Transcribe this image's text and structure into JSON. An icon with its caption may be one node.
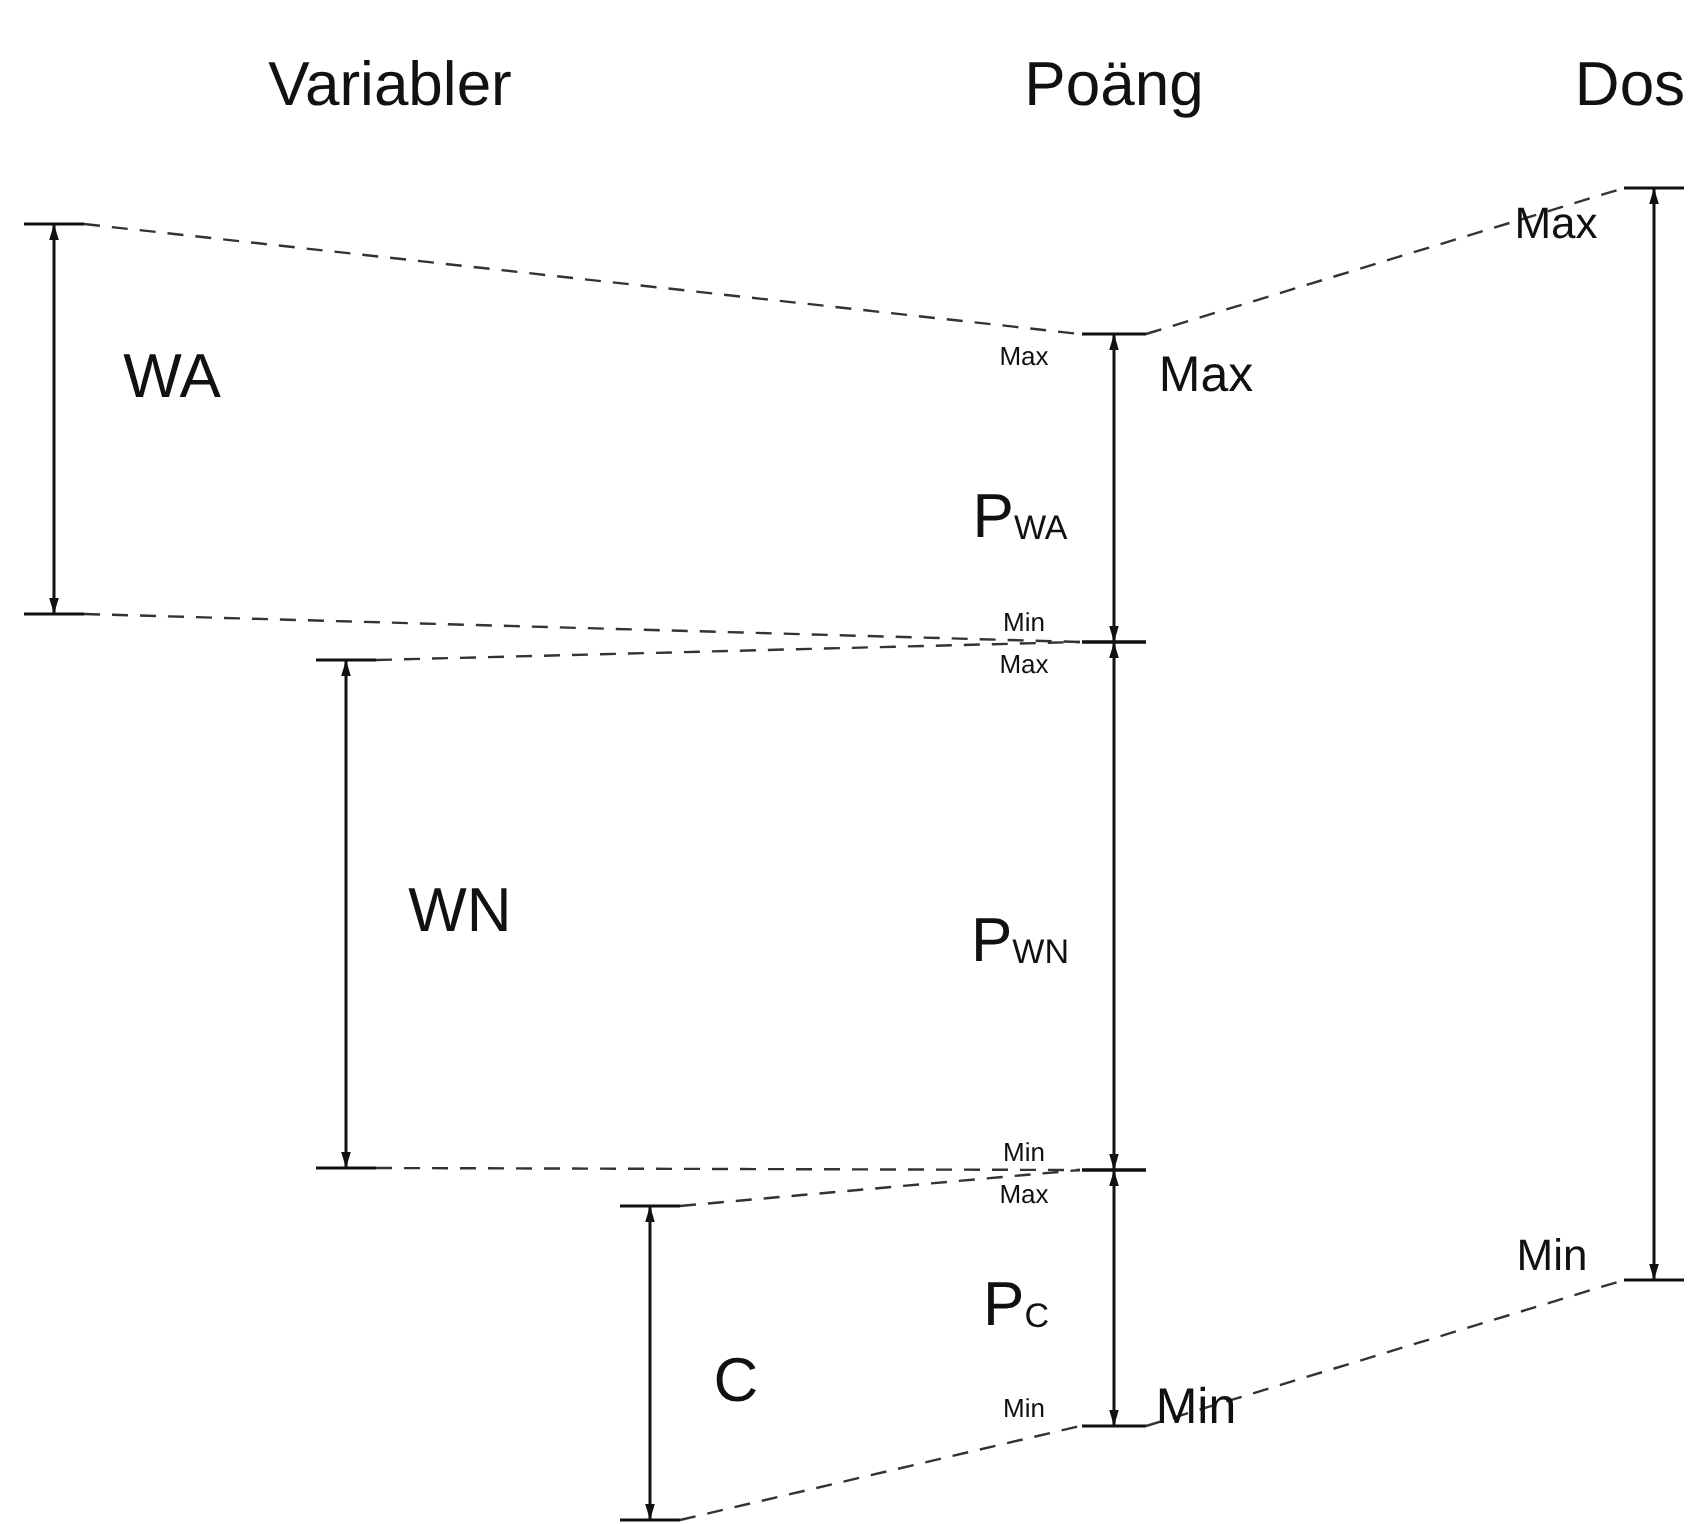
{
  "diagram": {
    "labels": [
      "Variabler",
      "Poäng",
      "Dos",
      "Max",
      "Max",
      "Max",
      "WA",
      "P$_{WA}$",
      "Min",
      "Max",
      "WN",
      "P$_{WN}$",
      "Min",
      "Max",
      "Min",
      "P$_{C}$",
      "C",
      "Min",
      "Min"
    ]
  }
}
